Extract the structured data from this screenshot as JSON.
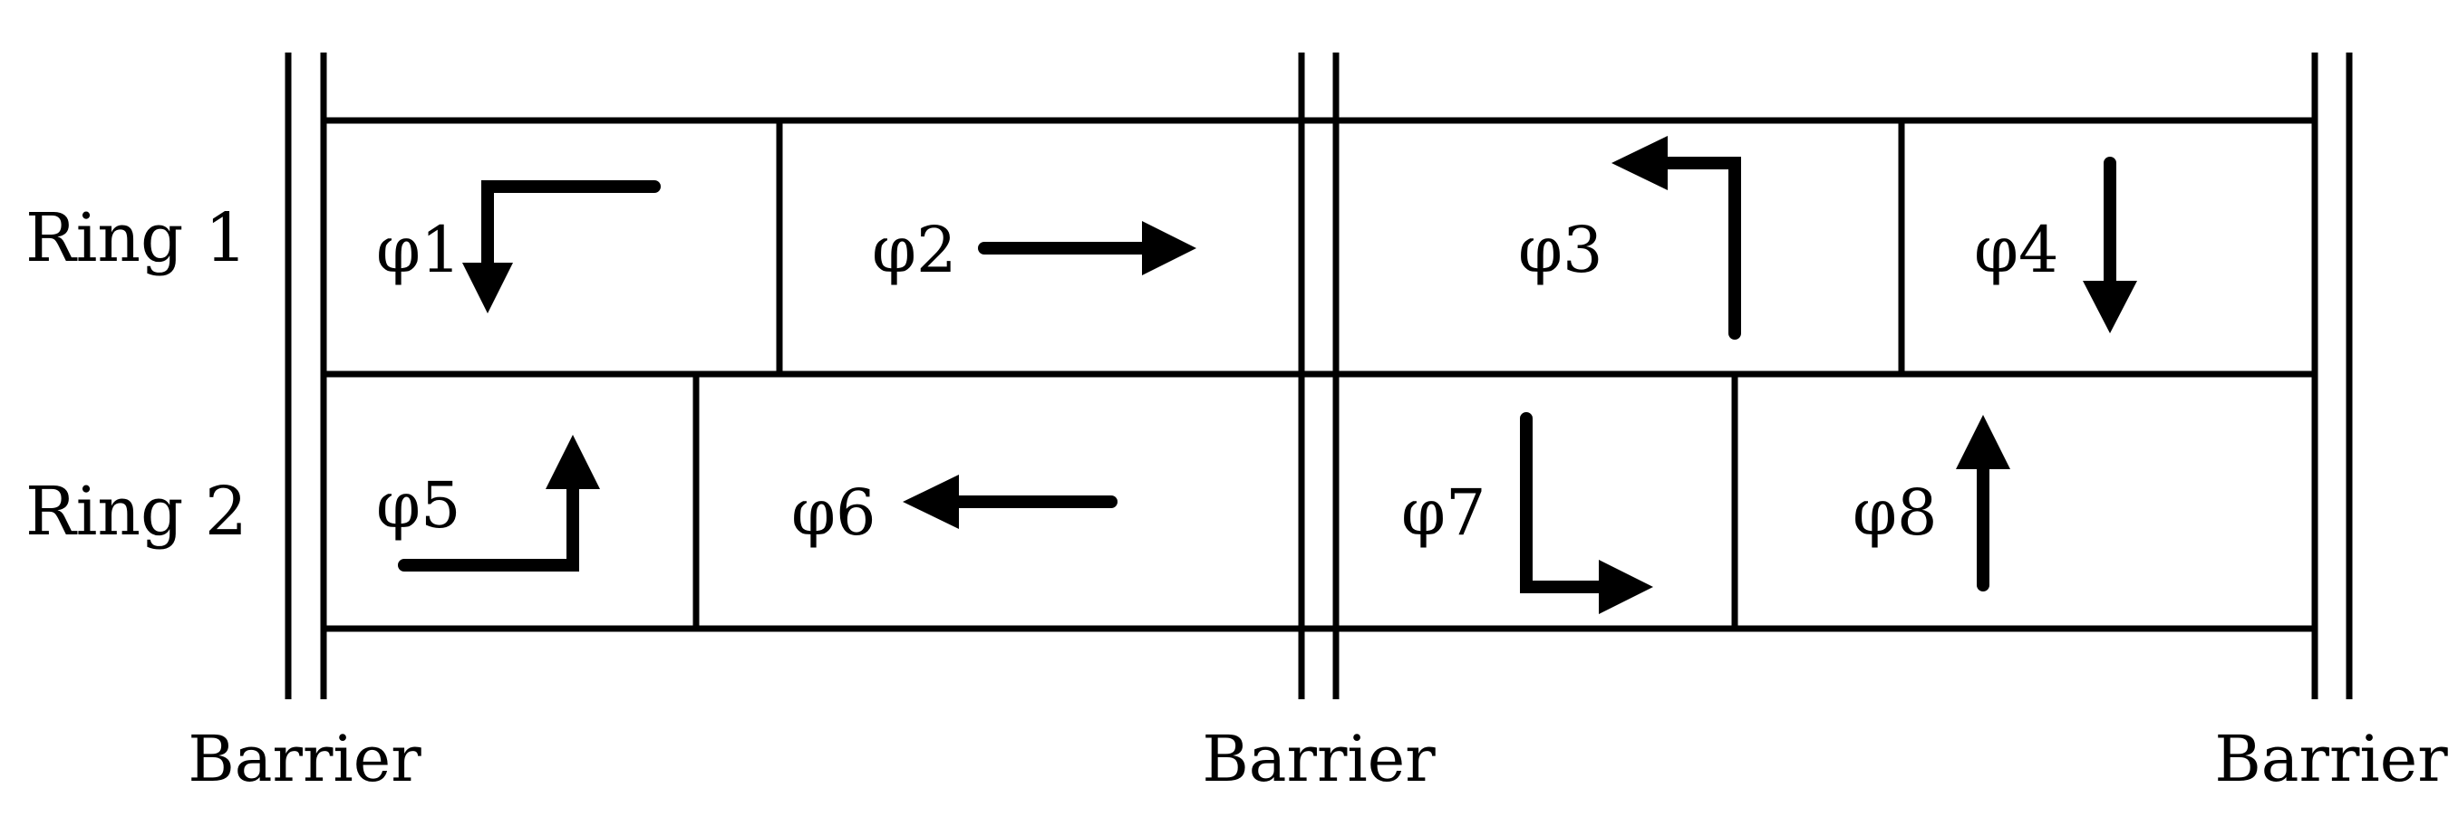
{
  "rings": [
    {
      "label": "Ring 1"
    },
    {
      "label": "Ring 2"
    }
  ],
  "phases": [
    {
      "label": "φ1",
      "movement": "left-turn-down"
    },
    {
      "label": "φ2",
      "movement": "through-right"
    },
    {
      "label": "φ3",
      "movement": "left-turn-up"
    },
    {
      "label": "φ4",
      "movement": "through-down"
    },
    {
      "label": "φ5",
      "movement": "left-turn-up-from-right"
    },
    {
      "label": "φ6",
      "movement": "through-left"
    },
    {
      "label": "φ7",
      "movement": "right-turn-down-right"
    },
    {
      "label": "φ8",
      "movement": "through-up"
    }
  ],
  "barriers": [
    {
      "label": "Barrier"
    },
    {
      "label": "Barrier"
    },
    {
      "label": "Barrier"
    }
  ]
}
